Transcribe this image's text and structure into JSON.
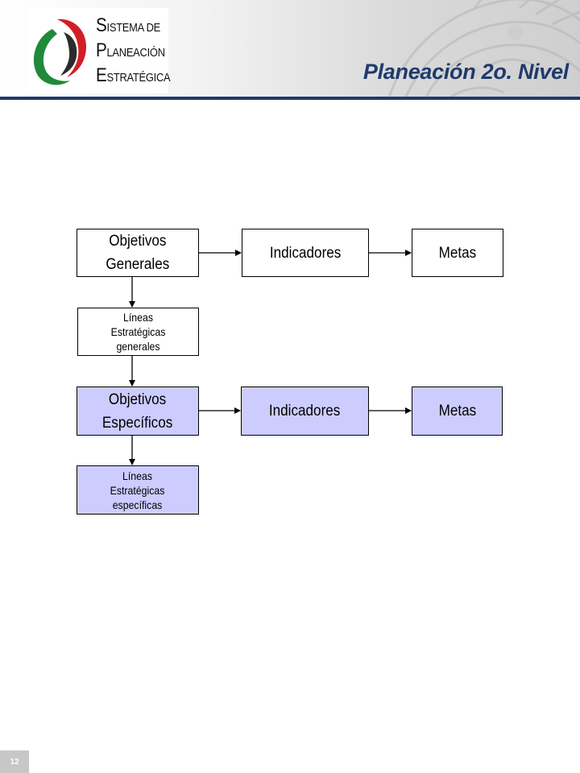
{
  "header": {
    "logo": {
      "line1_initial": "S",
      "line1_rest": "ISTEMA DE",
      "line2_initial": "P",
      "line2_rest": "LANEACIÓN",
      "line3_initial": "E",
      "line3_rest": "STRATÉGICA"
    },
    "title": "Planeación 2o. Nivel"
  },
  "diagram": {
    "nodes": {
      "objetivos_generales": "Objetivos\nGenerales",
      "indicadores_1": "Indicadores",
      "metas_1": "Metas",
      "lineas_generales": "Líneas\nEstratégicas\ngenerales",
      "objetivos_especificos": "Objetivos\nEspecíficos",
      "indicadores_2": "Indicadores",
      "metas_2": "Metas",
      "lineas_especificas": "Líneas\nEstratégicas\nespecíficas"
    }
  },
  "footer": {
    "page_number": "12"
  },
  "colors": {
    "title": "#1f3a6b",
    "highlight_box": "#ccccff",
    "rule": "#1f3a6b"
  }
}
